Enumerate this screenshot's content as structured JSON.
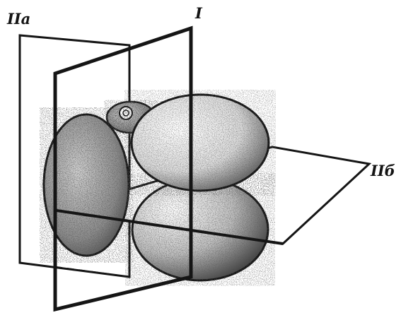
{
  "figure": {
    "labels": {
      "plane_IIa": "IIa",
      "plane_I": "I",
      "plane_IIb": "IIб"
    },
    "colors": {
      "ink": "#151515",
      "paper": "#ffffff",
      "stipple": "#1d1d1d"
    }
  }
}
